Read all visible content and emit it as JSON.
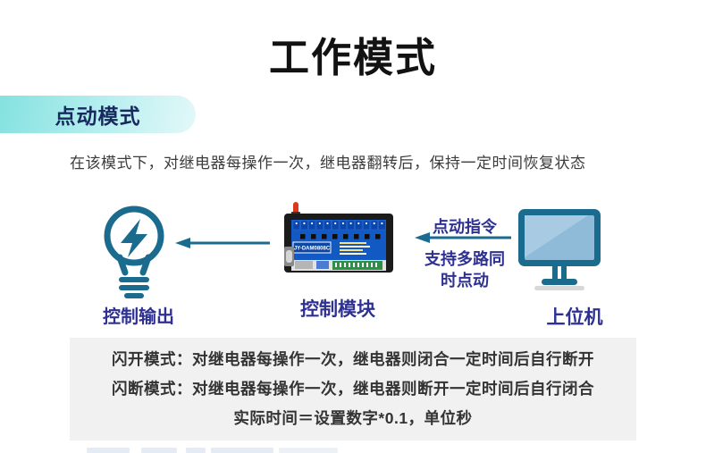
{
  "page": {
    "title": "工作模式",
    "section_badge": "点动模式",
    "description": "在该模式下，对继电器每操作一次，继电器翻转后，保持一定时间恢复状态"
  },
  "diagram": {
    "output_label": "控制输出",
    "module_label": "控制模块",
    "host_label": "上位机",
    "module_model": "JY-DAM0808C",
    "command_label": "点动指令",
    "support_line1": "支持多路同",
    "support_line2": "时点动"
  },
  "notes": {
    "line1": "闪开模式：对继电器每操作一次，继电器则闭合一定时间后自行断开",
    "line2": "闪断模式：对继电器每操作一次，继电器则断开一定时间后自行闭合",
    "line3": "实际时间＝设置数字*0.1，单位秒"
  },
  "colors": {
    "accent_teal": "#1a6b8e",
    "navy_text": "#2e3192",
    "badge_text": "#17295f",
    "badge_gradient_start": "#84e2df",
    "badge_gradient_end": "#e3f8f9",
    "notes_background": "#f1f1f1",
    "screen_blue": "#8fbbd9",
    "device_panel_blue": "#1359c4",
    "antenna_red": "#d93a1c"
  }
}
